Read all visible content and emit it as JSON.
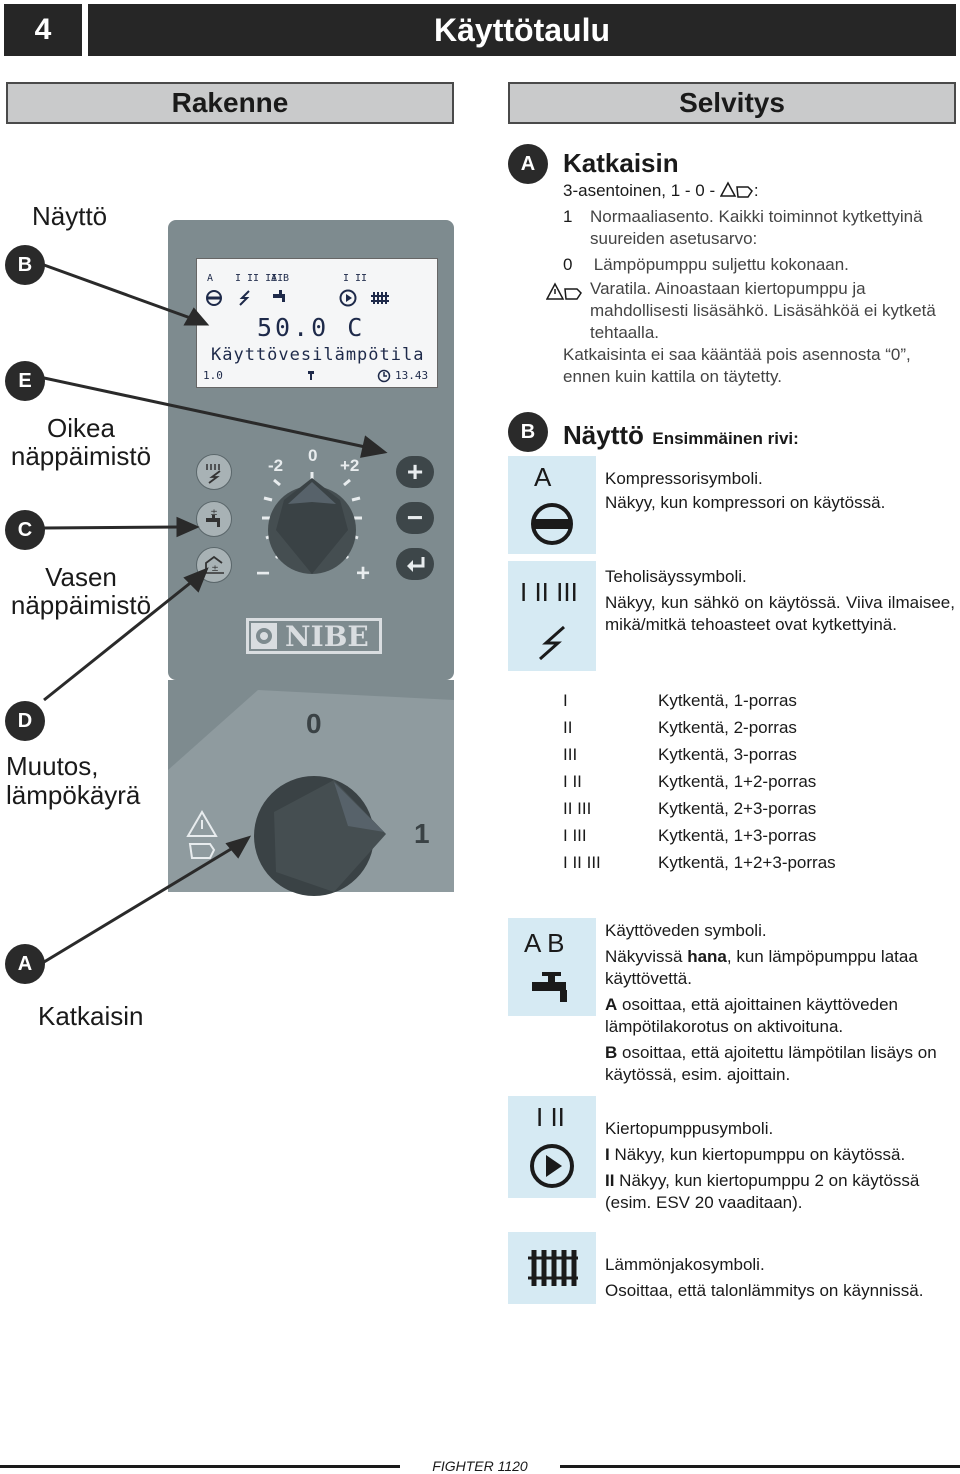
{
  "header": {
    "number": "4",
    "title": "Käyttötaulu"
  },
  "sections": {
    "left": "Rakenne",
    "right": "Selvitys"
  },
  "left_labels": {
    "b": "B",
    "nayto": "Näyttö",
    "e": "E",
    "oikea": "Oikea näppäimistö",
    "c": "C",
    "vasen": "Vasen näppäimistö",
    "d": "D",
    "muutos": "Muutos, lämpökäyrä",
    "a": "A",
    "katkaisin": "Katkaisin"
  },
  "display": {
    "row1_a": "A",
    "row1_i": "I II III",
    "row1_ab": "A B",
    "row1_iii": "I II",
    "value": "50.0 C",
    "text": "Käyttövesilämpötila",
    "bottom_left": "1.0",
    "bottom_right": "13.43"
  },
  "dial": {
    "minus2": "-2",
    "zero": "0",
    "plus2": "+2",
    "minus": "−",
    "plus": "+"
  },
  "buttons": {
    "plus": "+",
    "minus": "−",
    "enter": "↵"
  },
  "logo": "NIBE",
  "switch": {
    "zero": "0",
    "one": "1"
  },
  "right": {
    "a": {
      "letter": "A",
      "title": "Katkaisin",
      "subtitle_pre": "3-asentoinen, 1 - 0 - ",
      "subtitle_post": ":",
      "item1_num": "1",
      "item1_text": "Normaaliasento. Kaikki toiminnot kytkettyinä suureiden asetusarvo:",
      "item0_num": "0",
      "item0_text": "Lämpöpumppu suljettu kokonaan.",
      "itemw_text": "Varatila. Ainoastaan kiertopumppu ja mahdollisesti lisäsähkö. Lisäsähköä ei kytketä tehtaalla.",
      "note": "Katkaisinta ei saa kääntää pois asennosta “0”, ennen kuin kattila on täytetty."
    },
    "b": {
      "letter": "B",
      "title": "Näyttö",
      "subtitle": "Ensimmäinen rivi:",
      "komp_sym": "A",
      "komp_1": "Kompressorisymboli.",
      "komp_2": "Näkyy, kun kompressori on käytössä.",
      "teho_sym": "I II III",
      "teho_1": "Teholisäyssymboli.",
      "teho_2": "Näkyy, kun sähkö on käytössä. Viiva ilmaisee, mikä/mitkä tehoasteet ovat kytkettyinä.",
      "stages": [
        {
          "k": "I",
          "v": "Kytkentä, 1-porras"
        },
        {
          "k": "II",
          "v": "Kytkentä, 2-porras"
        },
        {
          "k": "III",
          "v": "Kytkentä, 3-porras"
        },
        {
          "k": "I II",
          "v": "Kytkentä, 1+2-porras"
        },
        {
          "k": "II III",
          "v": "Kytkentä, 2+3-porras"
        },
        {
          "k": "I III",
          "v": "Kytkentä, 1+3-porras"
        },
        {
          "k": "I II III",
          "v": "Kytkentä, 1+2+3-porras"
        }
      ],
      "kv_sym": "A B",
      "kv_1": "Käyttöveden symboli.",
      "kv_2a": "Näkyvissä ",
      "kv_2b": "hana",
      "kv_2c": ", kun lämpöpumppu lataa käyttövettä.",
      "kv_3a": "A",
      "kv_3b": " osoittaa, että ajoittainen käyttöveden lämpötilakorotus on aktivoituna.",
      "kv_4a": "B",
      "kv_4b": " osoittaa, että ajoitettu lämpötilan lisäys on käytössä, esim. ajoittain.",
      "kp_sym": "I II",
      "kp_1": "Kiertopumppusymboli.",
      "kp_2a": "I",
      "kp_2b": " Näkyy, kun kiertopumppu on käytössä.",
      "kp_3a": "II",
      "kp_3b": " Näkyy, kun kiertopumppu 2 on käytössä (esim. ESV 20 vaaditaan).",
      "lj_1": "Lämmönjakosymboli.",
      "lj_2": "Osoittaa, että talonlämmitys on käynnissä."
    }
  },
  "footer": "FIGHTER 1120",
  "icons": [
    "compressor-icon",
    "lightning-icon",
    "tap-icon",
    "play-icon",
    "radiator-icon",
    "clock-icon",
    "warning-hand-icon",
    "enter-icon"
  ]
}
